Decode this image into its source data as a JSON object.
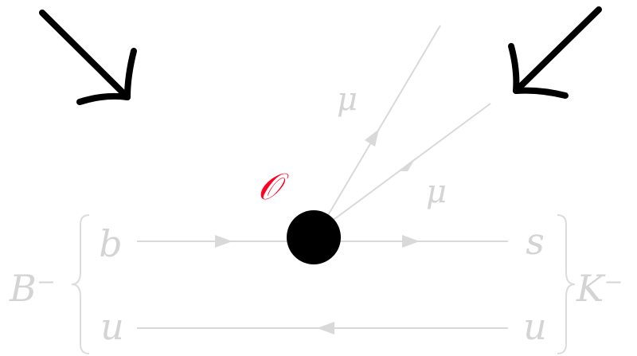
{
  "diagram": {
    "operator": {
      "label": "𝒪",
      "color": "#ff0022"
    },
    "particles": {
      "muon_out": "μ",
      "muon_in": "μ",
      "b_quark": "b",
      "s_quark": "s",
      "u_quark_left": "u",
      "u_quark_right": "u"
    },
    "hadrons": {
      "initial": "B⁻",
      "final": "K⁻"
    },
    "colors": {
      "lines": "#d9d9d9",
      "labels": "#d4d4d4",
      "vertex": "#000000",
      "pointer_arrows": "#000000"
    }
  }
}
